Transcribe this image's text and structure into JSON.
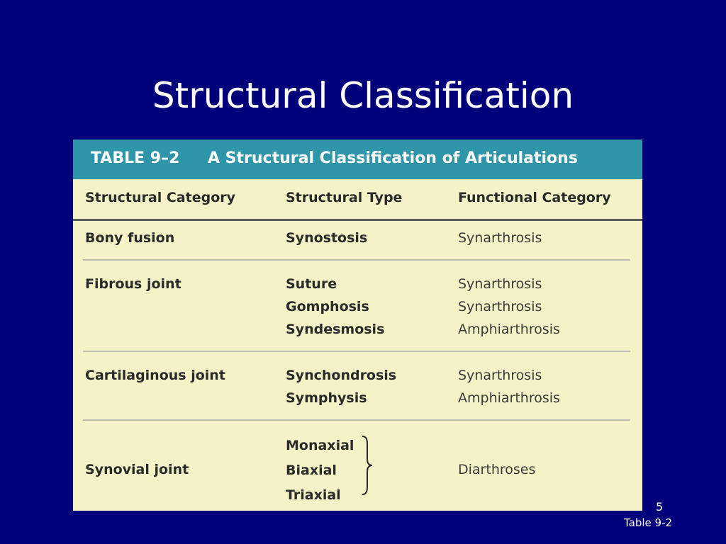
{
  "slide": {
    "title": "Structural Classification",
    "page_number": "5",
    "reference": "Table 9-2"
  },
  "table": {
    "number": "TABLE 9–2",
    "caption": "A Structural Classification of Articulations",
    "headers": [
      "Structural Category",
      "Structural Type",
      "Functional Category"
    ],
    "rows": [
      {
        "category": "Bony fusion",
        "types": [
          "Synostosis"
        ],
        "functional": [
          "Synarthrosis"
        ]
      },
      {
        "category": "Fibrous joint",
        "types": [
          "Suture",
          "Gomphosis",
          "Syndesmosis"
        ],
        "functional": [
          "Synarthrosis",
          "Synarthrosis",
          "Amphiarthrosis"
        ]
      },
      {
        "category": "Cartilaginous joint",
        "types": [
          "Synchondrosis",
          "Symphysis"
        ],
        "functional": [
          "Synarthrosis",
          "Amphiarthrosis"
        ]
      },
      {
        "category": "Synovial joint",
        "types": [
          "Monaxial",
          "Biaxial",
          "Triaxial"
        ],
        "functional": [
          "Diarthroses"
        ]
      }
    ]
  }
}
